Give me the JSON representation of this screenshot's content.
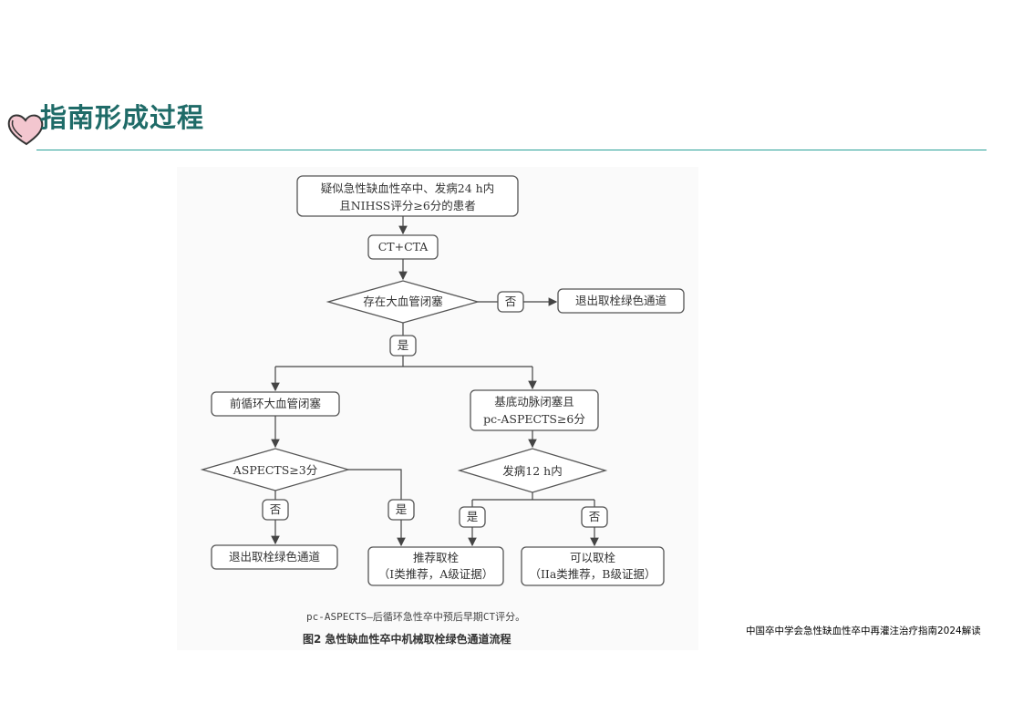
{
  "page": {
    "title": "指南形成过程",
    "source_note": "中国卒中学会急性缺血性卒中再灌注治疗指南2024解读"
  },
  "figure": {
    "note": "pc-ASPECTS—后循环急性卒中预后早期CT评分。",
    "caption": "图2  急性缺血性卒中机械取栓绿色通道流程"
  },
  "flowchart": {
    "start_line1": "疑似急性缺血性卒中、发病24 h内",
    "start_line2": "且NIHSS评分≥6分的患者",
    "imaging": "CT+CTA",
    "decision_lvo": "存在大血管闭塞",
    "no_label_1": "否",
    "exit_1": "退出取栓绿色通道",
    "yes_label_1": "是",
    "anterior": "前循环大血管闭塞",
    "posterior_line1": "基底动脉闭塞且",
    "posterior_line2": "pc-ASPECTS≥6分",
    "decision_aspects": "ASPECTS≥3分",
    "decision_onset": "发病12 h内",
    "no_label_2": "否",
    "yes_label_2": "是",
    "yes_label_3": "是",
    "no_label_3": "否",
    "exit_2": "退出取栓绿色通道",
    "recommend_line1": "推荐取栓",
    "recommend_line2": "（I类推荐，A级证据）",
    "optional_line1": "可以取栓",
    "optional_line2": "（IIa类推荐，B级证据）"
  }
}
